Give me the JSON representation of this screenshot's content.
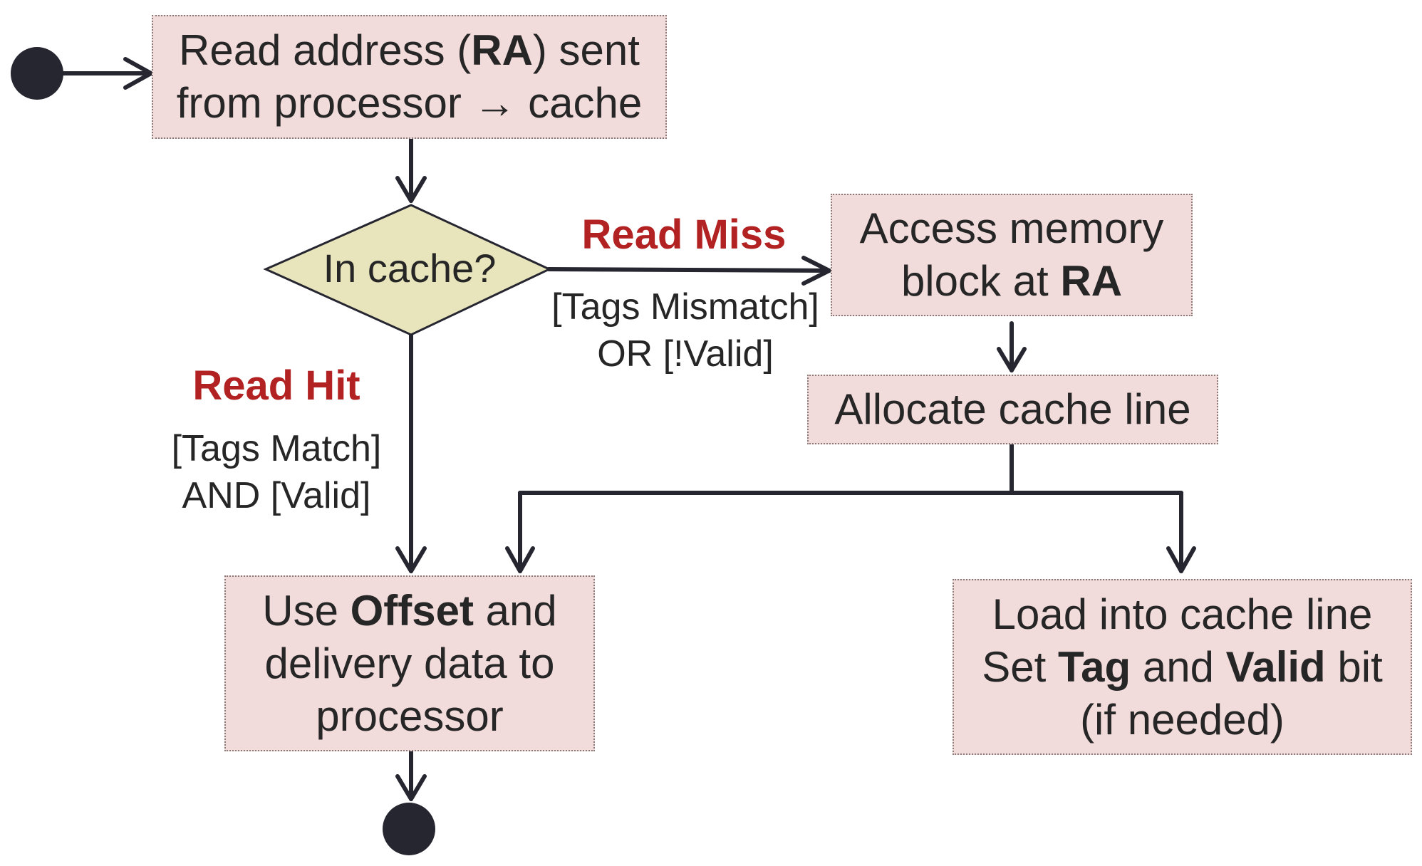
{
  "colors": {
    "box_fill": "#f2dcdb",
    "decision_fill": "#e8e4bb",
    "edge_label": "#b22222",
    "node_dot": "#262631"
  },
  "nodes": {
    "start": {
      "icon": "filled-circle-start"
    },
    "read_address": {
      "line1_a": "Read address (",
      "line1_b": "RA",
      "line1_c": ") sent",
      "line2": "from processor → cache"
    },
    "decision": {
      "label": "In cache?"
    },
    "access_memory": {
      "line1": "Access memory",
      "line2_a": "block at ",
      "line2_b": "RA"
    },
    "allocate": {
      "label": "Allocate cache line"
    },
    "use_offset": {
      "line1_a": "Use ",
      "line1_b": "Offset",
      "line1_c": " and",
      "line2": "delivery data to",
      "line3": "processor"
    },
    "load_line": {
      "line1": "Load into cache line",
      "line2_a": "Set ",
      "line2_b": "Tag",
      "line2_c": " and ",
      "line2_d": "Valid",
      "line2_e": " bit",
      "line3": "(if needed)"
    },
    "end": {
      "icon": "filled-circle-end"
    }
  },
  "edges": {
    "miss": {
      "label": "Read Miss",
      "cond1": "[Tags Mismatch]",
      "cond2": "OR [!Valid]"
    },
    "hit": {
      "label": "Read Hit",
      "cond1": "[Tags Match]",
      "cond2": "AND [Valid]"
    }
  }
}
